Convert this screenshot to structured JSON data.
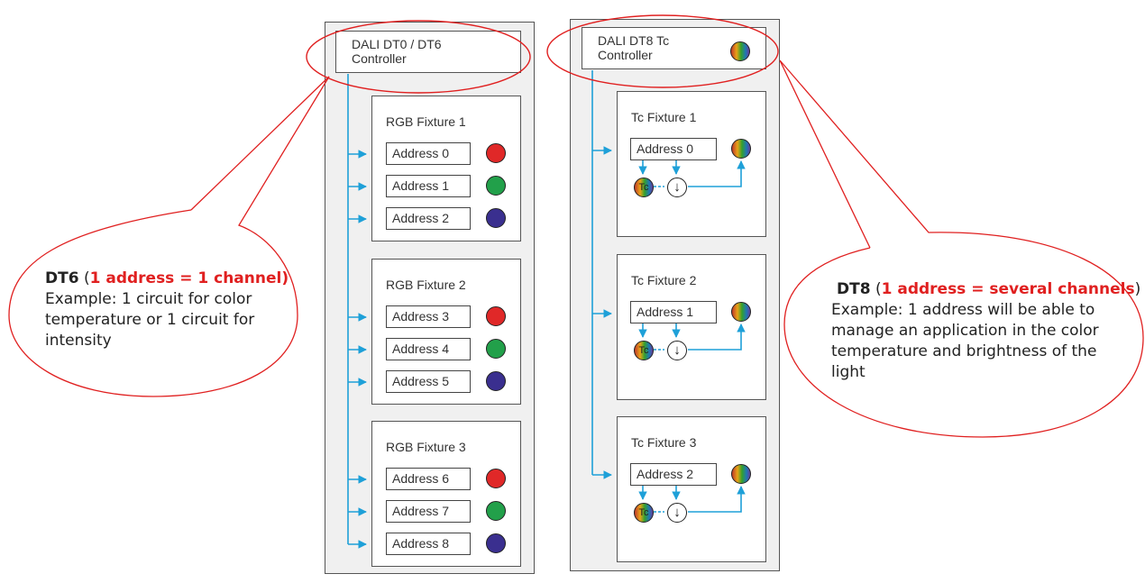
{
  "left_controller": {
    "line1": "DALI DT0 / DT6",
    "line2": "Controller"
  },
  "right_controller": {
    "line1": "DALI DT8 Tc",
    "line2": "Controller"
  },
  "rgb_fixtures": [
    {
      "title": "RGB Fixture 1",
      "addresses": [
        "Address 0",
        "Address 1",
        "Address 2"
      ]
    },
    {
      "title": "RGB Fixture 2",
      "addresses": [
        "Address 3",
        "Address 4",
        "Address 5"
      ]
    },
    {
      "title": "RGB Fixture 3",
      "addresses": [
        "Address 6",
        "Address 7",
        "Address 8"
      ]
    }
  ],
  "tc_fixtures": [
    {
      "title": "Tc Fixture 1",
      "address": "Address 0"
    },
    {
      "title": "Tc Fixture 2",
      "address": "Address 1"
    },
    {
      "title": "Tc Fixture 3",
      "address": "Address 2"
    }
  ],
  "tc_label": "Tc",
  "rgb_colors": [
    "#e02828",
    "#22a04a",
    "#3a2f8f"
  ],
  "callout_color": "#e02020",
  "line_color": "#1ea0d8",
  "dt6_note": {
    "label": "DT6",
    "open_paren": "(",
    "highlight": "1 address = 1 channel",
    "close_paren": ")",
    "lines": [
      "Example: 1 circuit for color",
      "temperature or 1 circuit for",
      "intensity"
    ]
  },
  "dt8_note": {
    "label": "DT8",
    "open_paren": "(",
    "highlight": "1 address = several channels",
    "close_paren": ")",
    "lines": [
      "Example: 1 address will be able to",
      "manage an application in the color",
      "temperature and brightness of the",
      "light"
    ]
  }
}
